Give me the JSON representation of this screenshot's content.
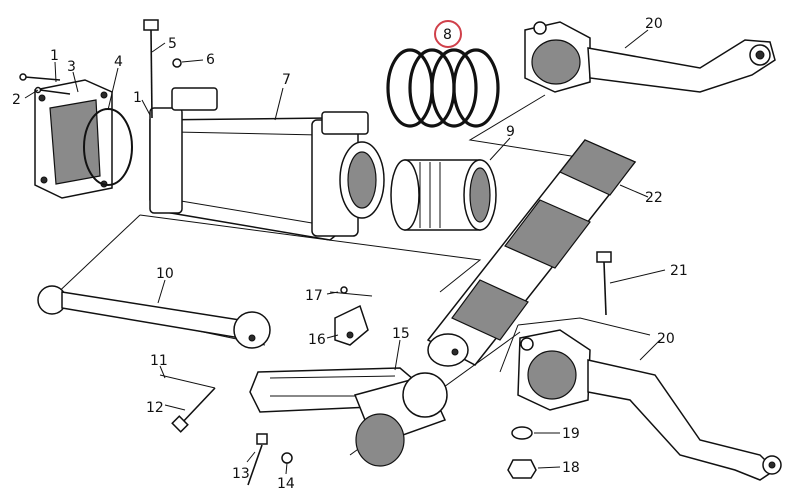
{
  "highlight_color": "#d0404a",
  "ink_color": "#111111",
  "callouts": [
    {
      "id": "c1a",
      "text": "1"
    },
    {
      "id": "c2",
      "text": "2"
    },
    {
      "id": "c3",
      "text": "3"
    },
    {
      "id": "c4",
      "text": "4"
    },
    {
      "id": "c1b",
      "text": "1"
    },
    {
      "id": "c5",
      "text": "5"
    },
    {
      "id": "c6",
      "text": "6"
    },
    {
      "id": "c7",
      "text": "7"
    },
    {
      "id": "c8",
      "text": "8"
    },
    {
      "id": "c9",
      "text": "9"
    },
    {
      "id": "c20a",
      "text": "20"
    },
    {
      "id": "c22",
      "text": "22"
    },
    {
      "id": "c21",
      "text": "21"
    },
    {
      "id": "c10",
      "text": "10"
    },
    {
      "id": "c17",
      "text": "17"
    },
    {
      "id": "c16",
      "text": "16"
    },
    {
      "id": "c15",
      "text": "15"
    },
    {
      "id": "c11",
      "text": "11"
    },
    {
      "id": "c12",
      "text": "12"
    },
    {
      "id": "c13",
      "text": "13"
    },
    {
      "id": "c14",
      "text": "14"
    },
    {
      "id": "c20b",
      "text": "20"
    },
    {
      "id": "c19",
      "text": "19"
    },
    {
      "id": "c18",
      "text": "18"
    }
  ]
}
